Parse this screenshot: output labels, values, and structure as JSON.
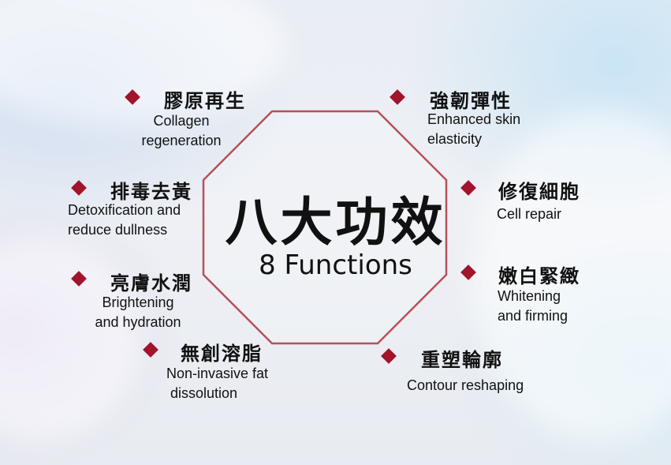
{
  "center": {
    "title": "八大功效",
    "subtitle": "8 Functions"
  },
  "colors": {
    "accent": "#a1142b",
    "octagon_stroke": "#b7505a"
  },
  "functions": [
    {
      "zh": "膠原再生",
      "en1": "Collagen",
      "en2": "regeneration"
    },
    {
      "zh": "強韌彈性",
      "en1": "Enhanced skin",
      "en2": "elasticity"
    },
    {
      "zh": "排毒去黃",
      "en1": "Detoxification and",
      "en2": "reduce dullness"
    },
    {
      "zh": "修復細胞",
      "en1": "Cell repair"
    },
    {
      "zh": "亮膚水潤",
      "en1": "Brightening",
      "en2": "and hydration"
    },
    {
      "zh": "嫩白緊緻",
      "en1": "Whitening",
      "en2": "and firming"
    },
    {
      "zh": "無創溶脂",
      "en1": "Non-invasive fat",
      "en2": "dissolution"
    },
    {
      "zh": "重塑輪廓",
      "en1": "Contour reshaping"
    }
  ]
}
